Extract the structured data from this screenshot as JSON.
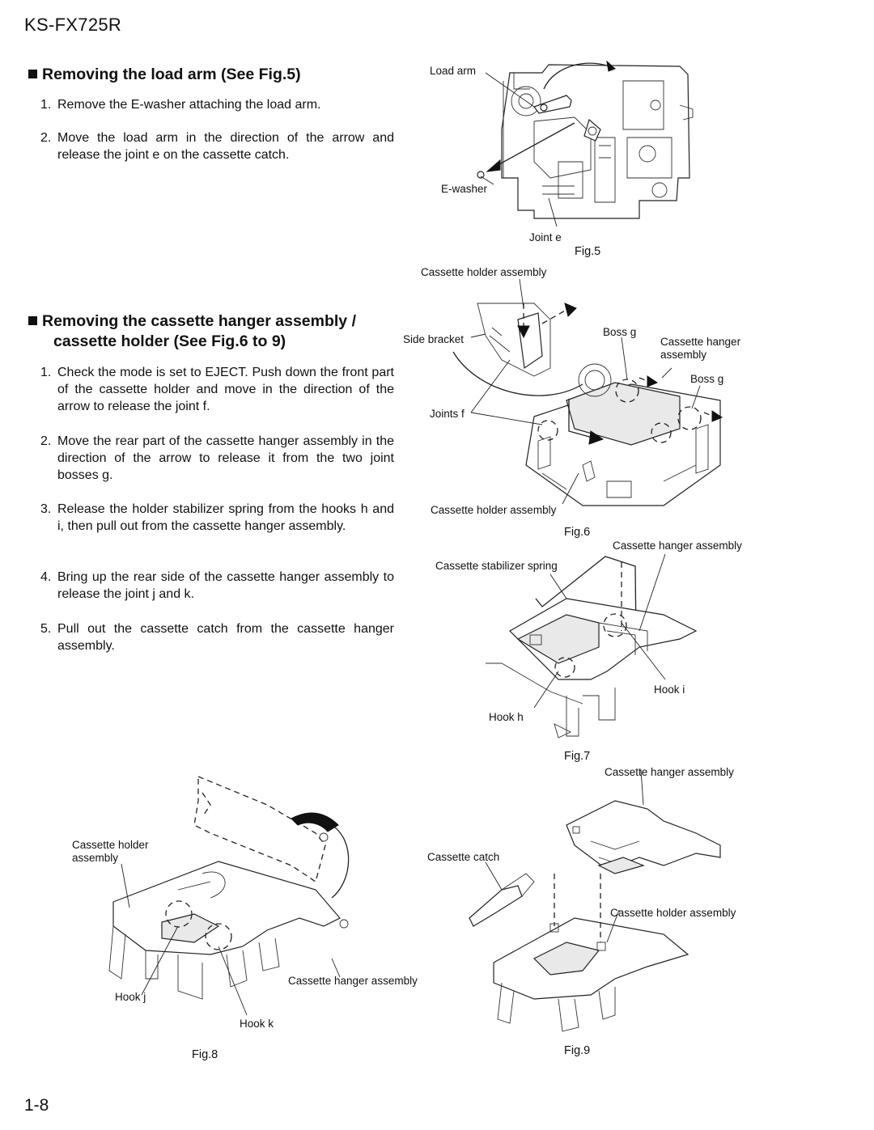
{
  "header": {
    "model": "KS-FX725R"
  },
  "section1": {
    "title": "Removing  the load arm (See Fig.5)",
    "steps": [
      {
        "num": "1.",
        "text": "Remove the E-washer attaching the load arm."
      },
      {
        "num": "2.",
        "text": "Move the load arm in the direction of the arrow and release the joint e on the cassette catch."
      }
    ]
  },
  "section2": {
    "title_line1": "Removing the cassette hanger assembly /",
    "title_line2": "cassette holder (See Fig.6 to 9)",
    "steps": [
      {
        "num": "1.",
        "text": "Check the mode is set to EJECT. Push down the front part of the cassette holder and move in the direction of the arrow to release the joint f."
      },
      {
        "num": "2.",
        "text": "Move the rear part of the cassette hanger assembly in the direction of the arrow to release it from the two joint bosses g."
      },
      {
        "num": "3.",
        "text": "Release the holder stabilizer spring from the hooks h and i, then pull out from the cassette hanger assembly."
      },
      {
        "num": "4.",
        "text": "Bring up the rear side of the cassette hanger assembly to release the joint j and k."
      },
      {
        "num": "5.",
        "text": "Pull out the cassette catch from the cassette hanger assembly."
      }
    ]
  },
  "fig5": {
    "caption": "Fig.5",
    "labels": {
      "load_arm": "Load arm",
      "e_washer": "E-washer",
      "joint_e": "Joint e"
    }
  },
  "fig6": {
    "caption": "Fig.6",
    "labels": {
      "cassette_holder_assembly_top": "Cassette holder assembly",
      "side_bracket": "Side bracket",
      "boss_g_1": "Boss g",
      "cassette_hanger_line1": "Cassette hanger",
      "cassette_hanger_line2": "assembly",
      "boss_g_2": "Boss g",
      "joints_f": "Joints f",
      "cassette_holder_assembly_bottom": "Cassette holder assembly"
    }
  },
  "fig7": {
    "caption": "Fig.7",
    "labels": {
      "cassette_hanger_assembly": "Cassette hanger assembly",
      "cassette_stabilizer_spring": "Cassette stabilizer spring",
      "hook_i": "Hook i",
      "hook_h": "Hook h"
    }
  },
  "fig8": {
    "caption": "Fig.8",
    "labels": {
      "cassette_holder_line1": "Cassette holder",
      "cassette_holder_line2": "assembly",
      "cassette_hanger_assembly": "Cassette hanger assembly",
      "hook_j": "Hook j",
      "hook_k": "Hook k"
    }
  },
  "fig9": {
    "caption": "Fig.9",
    "labels": {
      "cassette_hanger_assembly": "Cassette hanger assembly",
      "cassette_catch": "Cassette catch",
      "cassette_holder_assembly": "Cassette holder assembly"
    }
  },
  "footer": {
    "page_number": "1-8"
  }
}
